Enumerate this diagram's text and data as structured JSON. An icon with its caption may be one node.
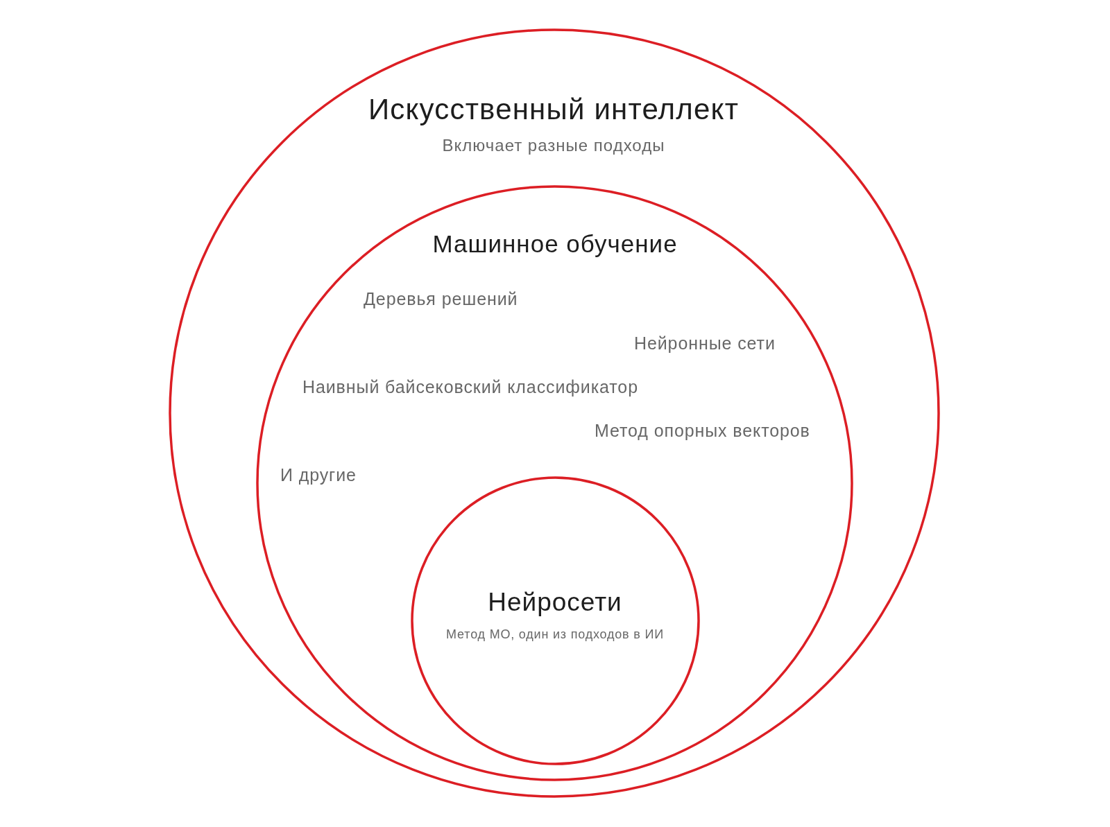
{
  "diagram": {
    "nodes": [
      {
        "text": [
          "Искусственный интеллект",
          "Включает разные подходы"
        ]
      },
      {
        "text": [
          "Машинное обучение",
          "Деревья решений",
          "Нейронные сети",
          "Наивный байсековский классификатор",
          "Метод опорных векторов",
          "И другие"
        ],
        "in": 0
      },
      {
        "text": [
          "Нейросети",
          "Метод МО, один из подходов в ИИ"
        ],
        "in": 1
      }
    ]
  }
}
